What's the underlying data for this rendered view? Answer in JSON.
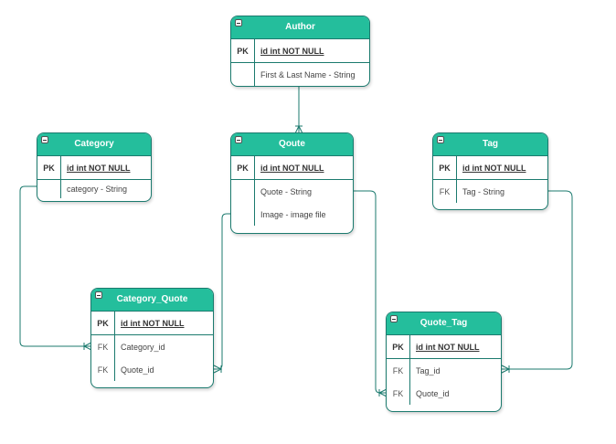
{
  "colors": {
    "header": "#24be9c",
    "border": "#1b7a6e",
    "header_text": "#ffffff"
  },
  "entities": {
    "author": {
      "title": "Author",
      "pk_label": "PK",
      "pk": "id int NOT NULL",
      "fields": [
        {
          "key": "",
          "name": "First & Last Name - String"
        }
      ]
    },
    "category": {
      "title": "Category",
      "pk_label": "PK",
      "pk": "id int NOT NULL",
      "fields": [
        {
          "key": "",
          "name": "category - String"
        }
      ]
    },
    "quote": {
      "title": "Qoute",
      "pk_label": "PK",
      "pk": "id int NOT NULL",
      "fields": [
        {
          "key": "",
          "name": "Quote - String"
        },
        {
          "key": "",
          "name": "Image - image file"
        }
      ]
    },
    "tag": {
      "title": "Tag",
      "pk_label": "PK",
      "pk": "id int NOT NULL",
      "fields": [
        {
          "key": "FK",
          "name": "Tag - String"
        }
      ]
    },
    "category_quote": {
      "title": "Category_Quote",
      "pk_label": "PK",
      "pk": "id  int  NOT NULL",
      "fields": [
        {
          "key": "FK",
          "name": "Category_id"
        },
        {
          "key": "FK",
          "name": "Quote_id"
        }
      ]
    },
    "quote_tag": {
      "title": "Quote_Tag",
      "pk_label": "PK",
      "pk": "id int NOT NULL",
      "fields": [
        {
          "key": "FK",
          "name": "Tag_id"
        },
        {
          "key": "FK",
          "name": "Quote_id"
        }
      ]
    }
  },
  "relationships": [
    {
      "from": "Author",
      "to": "Qoute",
      "end": "many"
    },
    {
      "from": "Category",
      "to": "Category_Quote",
      "end": "many"
    },
    {
      "from": "Qoute",
      "to": "Category_Quote",
      "end": "many"
    },
    {
      "from": "Qoute",
      "to": "Quote_Tag",
      "end": "many"
    },
    {
      "from": "Tag",
      "to": "Quote_Tag",
      "end": "many"
    }
  ]
}
